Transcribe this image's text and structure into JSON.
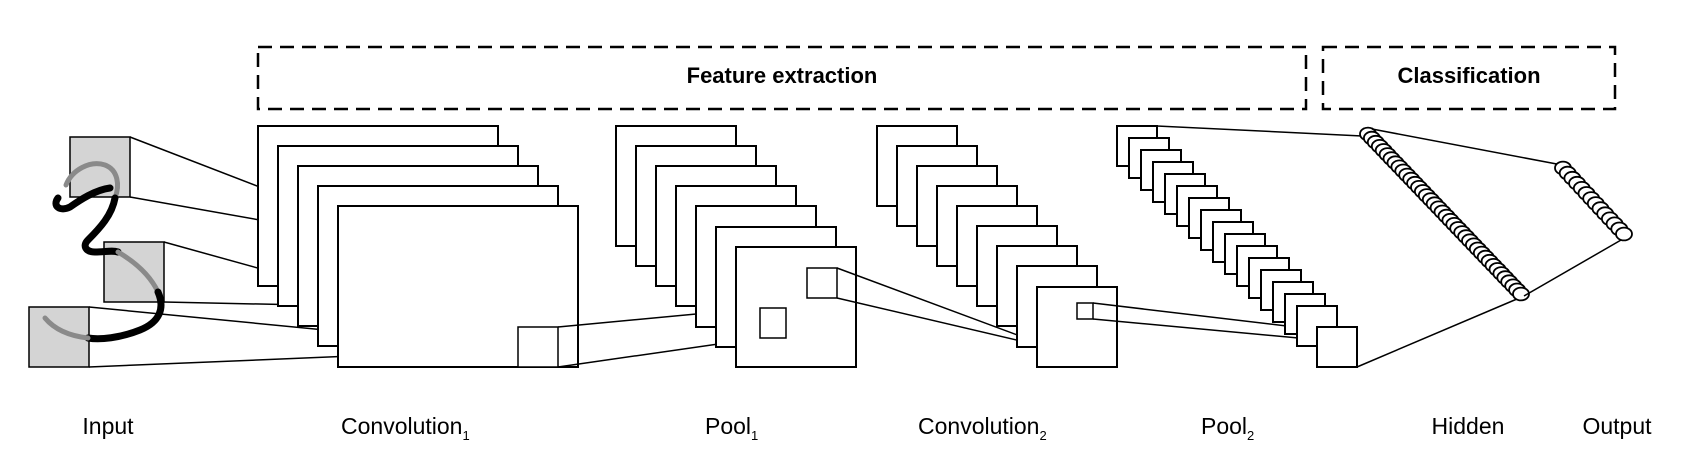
{
  "sections": {
    "feature_extraction": "Feature extraction",
    "classification": "Classification"
  },
  "stages": {
    "input": "Input",
    "conv1": {
      "base": "Convolution",
      "sub": "1"
    },
    "pool1": {
      "base": "Pool",
      "sub": "1"
    },
    "conv2": {
      "base": "Convolution",
      "sub": "2"
    },
    "pool2": {
      "base": "Pool",
      "sub": "2"
    },
    "hidden": "Hidden",
    "output": "Output"
  },
  "colors": {
    "stroke": "#000000",
    "fill": "#ffffff",
    "input_patch": "#d4d4d4",
    "digit_dark": "#000000",
    "digit_light": "#8a8a8a"
  },
  "icons": {
    "digit": "handwritten-digit-3-icon"
  }
}
